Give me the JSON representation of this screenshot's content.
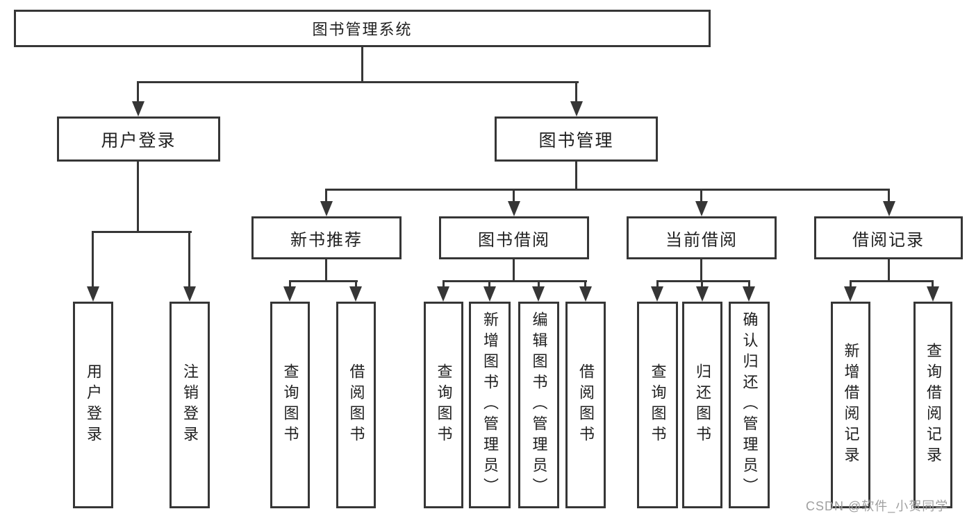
{
  "diagram": {
    "root": {
      "label": "图书管理系统"
    },
    "branches": [
      {
        "label": "用户登录",
        "leaves": [
          {
            "label": "用户登录"
          },
          {
            "label": "注销登录"
          }
        ]
      },
      {
        "label": "图书管理",
        "groups": [
          {
            "label": "新书推荐",
            "leaves": [
              {
                "label": "查询图书"
              },
              {
                "label": "借阅图书"
              }
            ]
          },
          {
            "label": "图书借阅",
            "leaves": [
              {
                "label": "查询图书"
              },
              {
                "label": "新增图书（管理员）"
              },
              {
                "label": "编辑图书（管理员）"
              },
              {
                "label": "借阅图书"
              }
            ]
          },
          {
            "label": "当前借阅",
            "leaves": [
              {
                "label": "查询图书"
              },
              {
                "label": "归还图书"
              },
              {
                "label": "确认归还（管理员）"
              }
            ]
          },
          {
            "label": "借阅记录",
            "leaves": [
              {
                "label": "新增借阅记录"
              },
              {
                "label": "查询借阅记录"
              }
            ]
          }
        ]
      }
    ]
  },
  "watermark": {
    "text": "CSDN @软件_小贺同学"
  },
  "colors": {
    "line": "#363636",
    "text": "#1f1f1f",
    "watermark": "#9f9f9f",
    "background": "#ffffff"
  }
}
